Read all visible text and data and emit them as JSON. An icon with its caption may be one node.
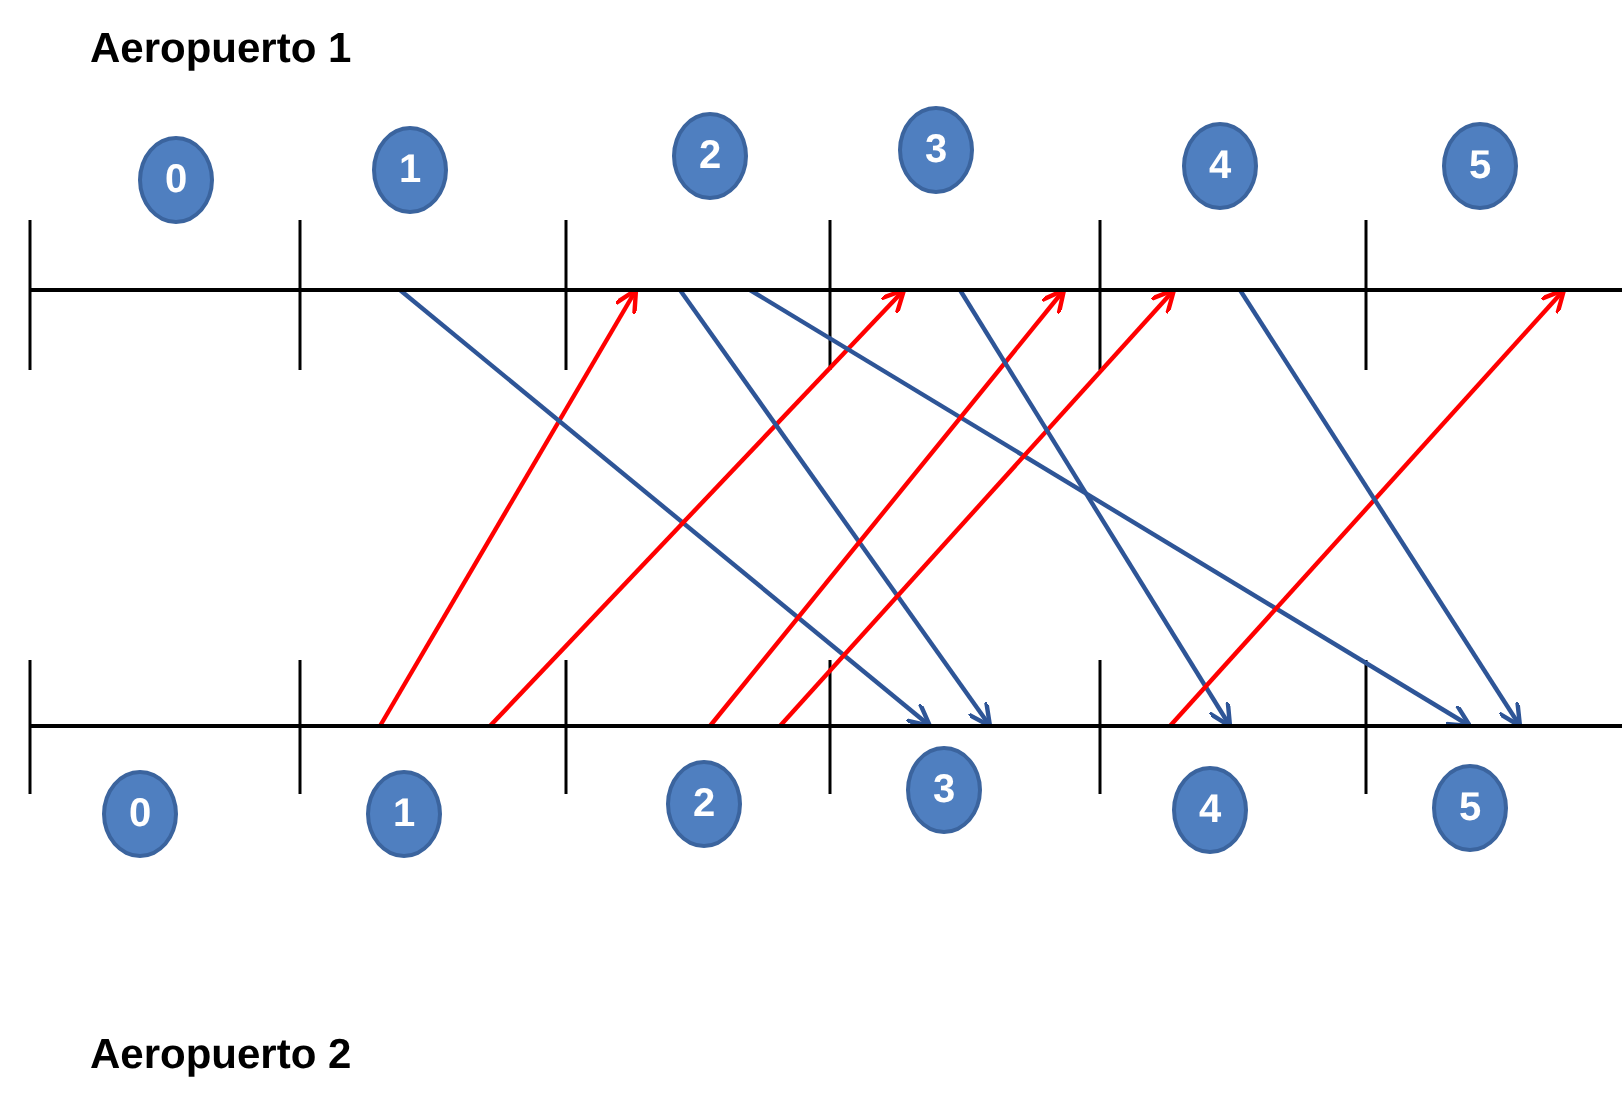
{
  "diagram": {
    "nodes": [
      {
        "text": [
          "Aeropuerto 1"
        ]
      },
      {
        "text": [
          "0"
        ],
        "in": 0
      },
      {
        "text": [
          "1"
        ],
        "in": 0
      },
      {
        "text": [
          "2"
        ],
        "in": 0
      },
      {
        "text": [
          "3"
        ],
        "in": 0
      },
      {
        "text": [
          "4"
        ],
        "in": 0
      },
      {
        "text": [
          "5"
        ],
        "in": 0
      },
      {
        "text": [
          "Aeropuerto 2"
        ]
      },
      {
        "text": [
          "0"
        ],
        "in": 7
      },
      {
        "text": [
          "1"
        ],
        "in": 7
      },
      {
        "text": [
          "2"
        ],
        "in": 7
      },
      {
        "text": [
          "3"
        ],
        "in": 7
      },
      {
        "text": [
          "4"
        ],
        "in": 7
      },
      {
        "text": [
          "5"
        ],
        "in": 7
      }
    ],
    "edges": [
      {
        "from": 7,
        "to": 0,
        "arrow": "to",
        "color": "#ff0000"
      },
      {
        "from": 0,
        "to": 7,
        "arrow": "to",
        "color": "#2e5597"
      },
      {
        "from": 7,
        "to": 0,
        "arrow": "to",
        "color": "#ff0000"
      },
      {
        "from": 0,
        "to": 7,
        "arrow": "to",
        "color": "#2e5597"
      },
      {
        "from": 0,
        "to": 7,
        "arrow": "to",
        "color": "#2e5597"
      },
      {
        "from": 7,
        "to": 0,
        "arrow": "to",
        "color": "#ff0000"
      },
      {
        "from": 7,
        "to": 0,
        "arrow": "to",
        "color": "#ff0000"
      },
      {
        "from": 0,
        "to": 7,
        "arrow": "to",
        "color": "#2e5597"
      },
      {
        "from": 7,
        "to": 0,
        "arrow": "to",
        "color": "#ff0000"
      },
      {
        "from": 0,
        "to": 7,
        "arrow": "to",
        "color": "#2e5597"
      }
    ]
  }
}
